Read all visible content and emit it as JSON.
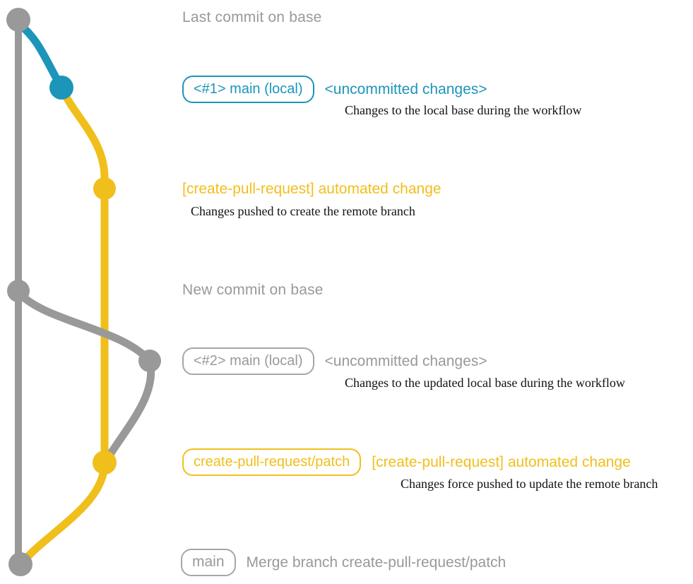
{
  "colors": {
    "base": "#999999",
    "gray_text": "#999999",
    "gray_border": "#a6a6a6",
    "blue": "#1b95ba",
    "yellow": "#f0bf1c",
    "text_dark": "#111111"
  },
  "annotations": {
    "last_commit": "Last commit on base",
    "new_commit": "New commit on base",
    "step1": {
      "branch_label": "<#1> main (local)",
      "status": "<uncommitted changes>",
      "description": "Changes to the local base during the workflow"
    },
    "push1": {
      "title": "[create-pull-request] automated change",
      "description": "Changes pushed to create the remote branch"
    },
    "step2": {
      "branch_label": "<#2> main (local)",
      "status": "<uncommitted changes>",
      "description": "Changes to the updated local base during the workflow"
    },
    "push2": {
      "branch_label": "create-pull-request/patch",
      "title": "[create-pull-request] automated change",
      "description": "Changes force pushed to update the remote branch"
    },
    "merge": {
      "branch_label": "main",
      "description": "Merge branch create-pull-request/patch"
    }
  }
}
